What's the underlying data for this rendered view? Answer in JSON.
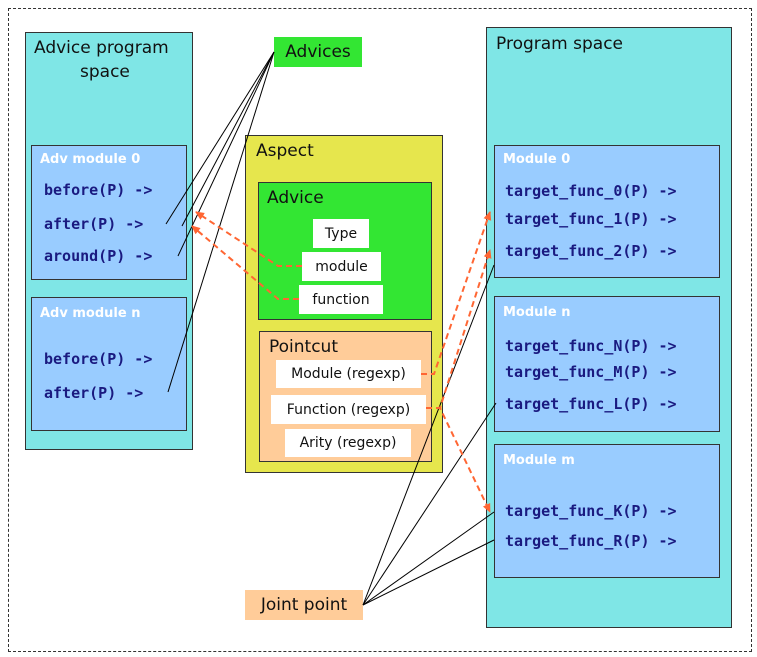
{
  "advice_program_space": {
    "title_line1": "Advice program",
    "title_line2": "space",
    "modules": [
      {
        "title": "Adv module 0",
        "funcs": [
          "before(P) ->",
          "after(P) ->",
          "around(P) ->"
        ]
      },
      {
        "title": "Adv module n",
        "funcs": [
          "before(P) ->",
          "after(P) ->"
        ]
      }
    ]
  },
  "advices_label": "Advices",
  "aspect": {
    "title": "Aspect",
    "advice": {
      "title": "Advice",
      "fields": [
        "Type",
        "module",
        "function"
      ]
    },
    "pointcut": {
      "title": "Pointcut",
      "fields": [
        "Module (regexp)",
        "Function (regexp)",
        "Arity (regexp)"
      ]
    }
  },
  "program_space": {
    "title": "Program space",
    "modules": [
      {
        "title": "Module 0",
        "funcs": [
          "target_func_0(P) ->",
          "target_func_1(P) ->",
          "target_func_2(P) ->"
        ]
      },
      {
        "title": "Module n",
        "funcs": [
          "target_func_N(P) ->",
          "target_func_M(P) ->",
          "target_func_L(P) ->"
        ]
      },
      {
        "title": "Module m",
        "funcs": [
          "target_func_K(P) ->",
          "target_func_R(P) ->"
        ]
      }
    ]
  },
  "joint_point_label": "Joint point",
  "colors": {
    "cyan": "#7fe6e6",
    "blue": "#99ccff",
    "yellow": "#e6e64d",
    "green": "#33e633",
    "peach": "#ffcc99",
    "arrow": "#ff6633"
  }
}
